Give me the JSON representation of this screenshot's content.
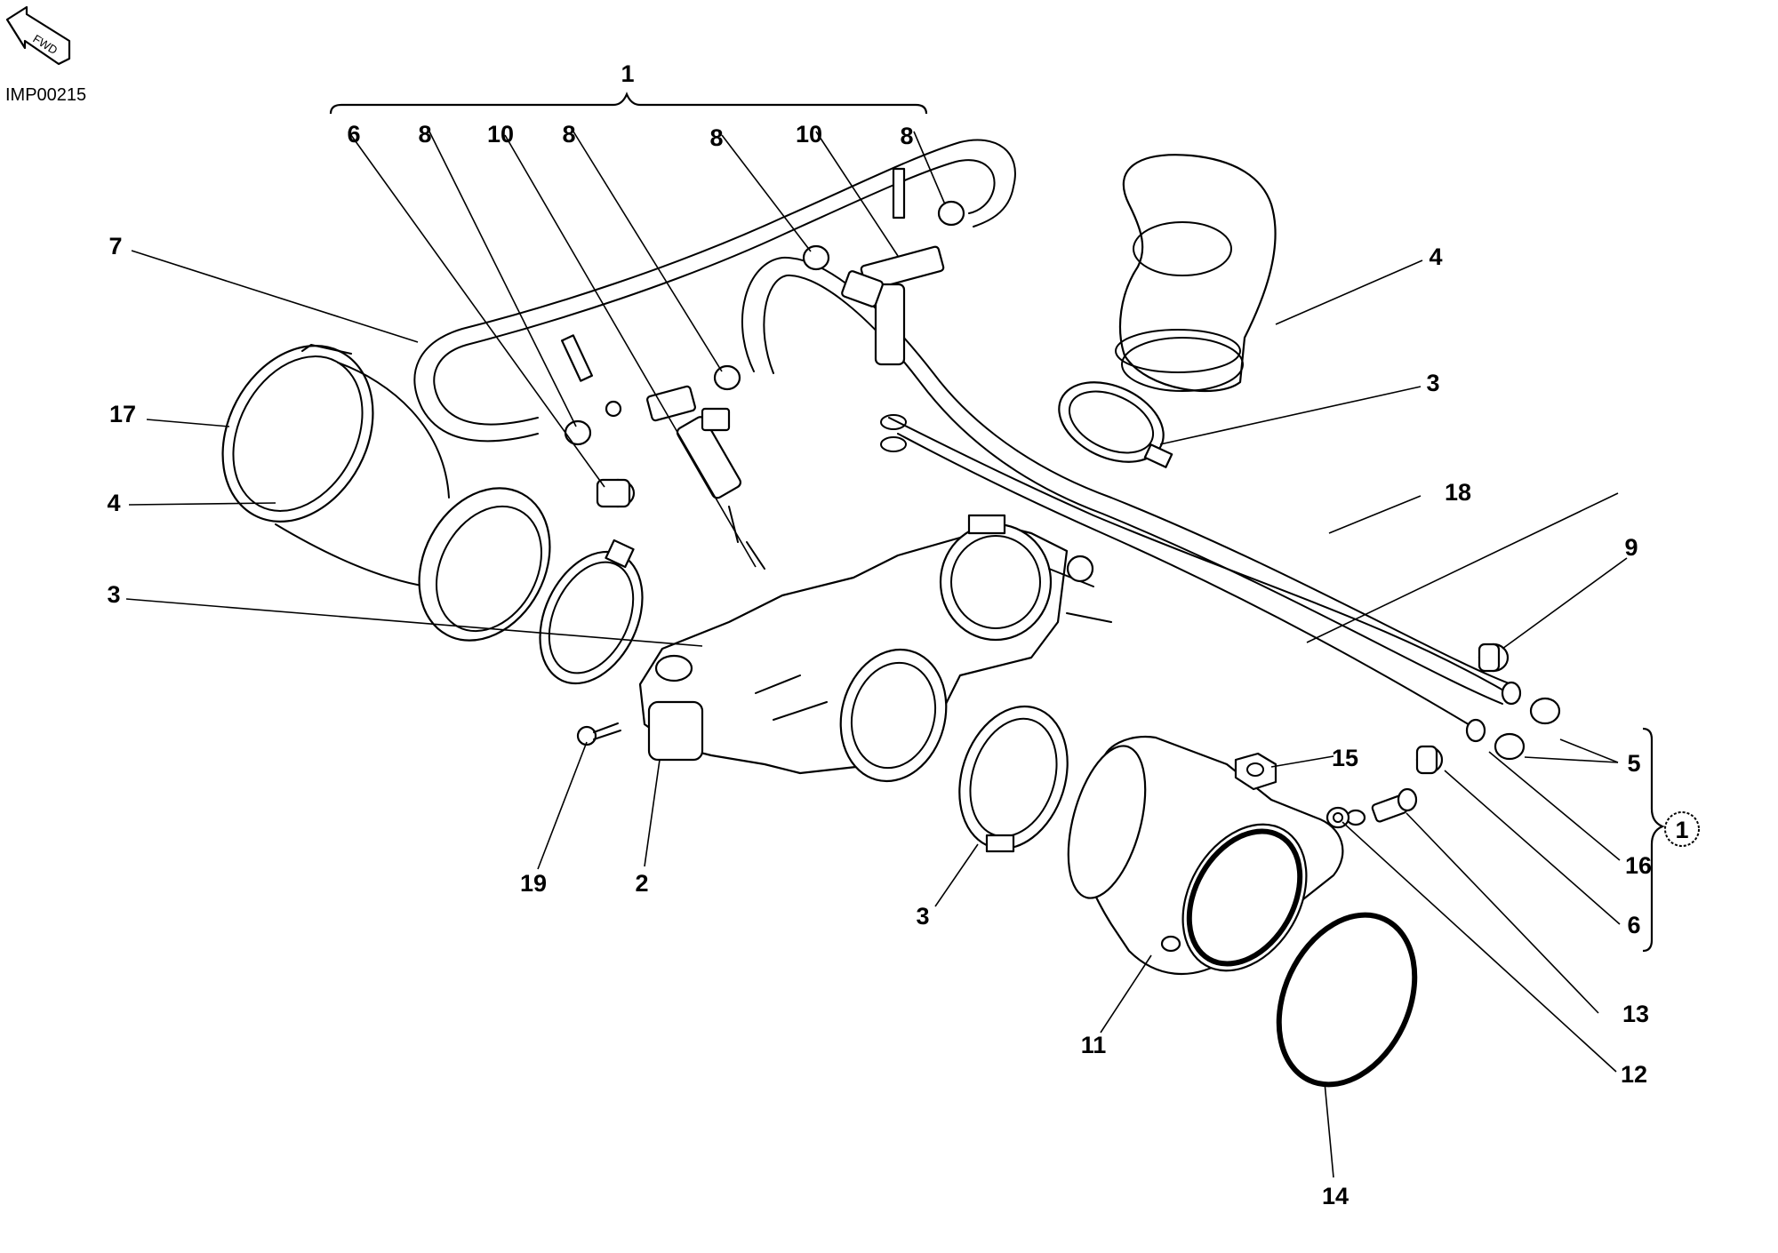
{
  "reference_code": "IMP00215",
  "fwd_arrow": {
    "label": "FWD",
    "icon": "fwd-arrow-icon"
  },
  "group_callout": "1",
  "group_circle_label": "1",
  "callouts": {
    "c1": "1",
    "c2": "2",
    "c3a": "3",
    "c3b": "3",
    "c3c": "3",
    "c4a": "4",
    "c4b": "4",
    "c5": "5",
    "c6a": "6",
    "c6b": "6",
    "c7": "7",
    "c8a": "8",
    "c8b": "8",
    "c8c": "8",
    "c8d": "8",
    "c9": "9",
    "c10a": "10",
    "c10b": "10",
    "c11": "11",
    "c12": "12",
    "c13": "13",
    "c14": "14",
    "c15": "15",
    "c16": "16",
    "c17": "17",
    "c18": "18",
    "c19": "19"
  }
}
